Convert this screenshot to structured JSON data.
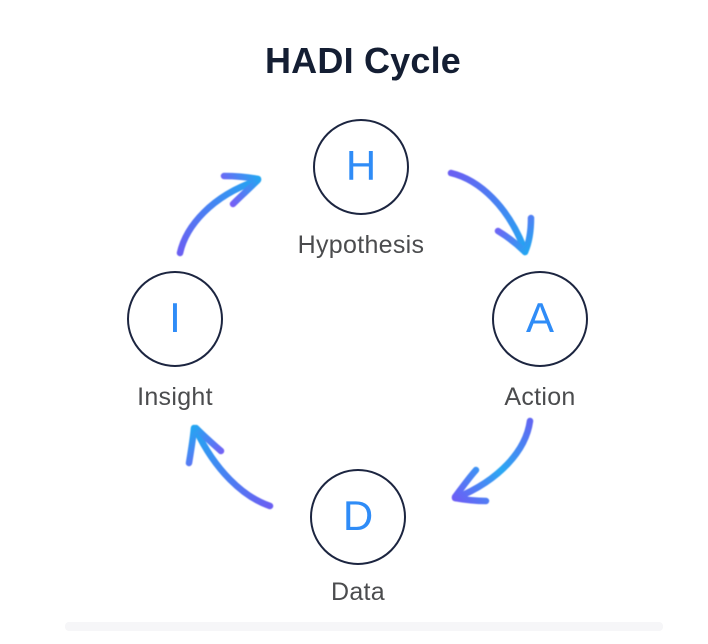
{
  "title": "HADI Cycle",
  "nodes": [
    {
      "letter": "H",
      "label": "Hypothesis"
    },
    {
      "letter": "A",
      "label": "Action"
    },
    {
      "letter": "I",
      "label": "Insight"
    },
    {
      "letter": "D",
      "label": "Data"
    }
  ],
  "edges": [
    {
      "from": "Hypothesis",
      "to": "Action"
    },
    {
      "from": "Action",
      "to": "Data"
    },
    {
      "from": "Data",
      "to": "Insight"
    },
    {
      "from": "Insight",
      "to": "Hypothesis"
    }
  ],
  "colors": {
    "background": "#FFFFFF",
    "title_text": "#141E33",
    "circle_stroke": "#1C2540",
    "node_letter": "#2F8CF7",
    "node_label": "#4B4C4E",
    "arrow_gradient_start": "#6A5FF2",
    "arrow_gradient_end": "#22A7F2",
    "bottom_bar": "#F6F6F8"
  }
}
